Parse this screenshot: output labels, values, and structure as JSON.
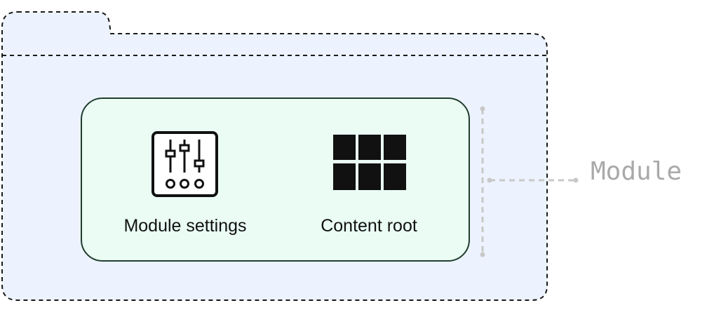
{
  "diagram": {
    "items": [
      {
        "label": "Module settings",
        "icon": "sliders-icon"
      },
      {
        "label": "Content root",
        "icon": "grid-icon"
      }
    ],
    "bracket_label": "Module"
  },
  "colors": {
    "folder_fill": "#ecf3fe",
    "folder_stroke": "#1a1a1a",
    "panel_fill": "#eafcf4",
    "panel_stroke": "#1f3d2d",
    "bracket": "#c8c8c8",
    "label_gray": "#a9a9a9",
    "icon": "#111111"
  }
}
